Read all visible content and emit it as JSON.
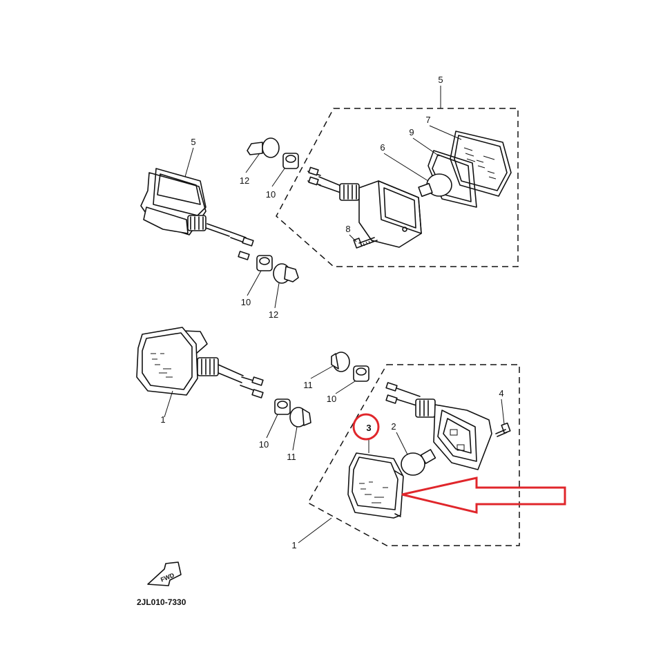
{
  "diagram": {
    "code": "2JL010-7330",
    "fwd_label": "FWD",
    "callouts": {
      "rear_left_lamp": "5",
      "rear_right_lamp": "5",
      "front_left_lamp": "1",
      "front_right_lamp": "1",
      "bulb_front": "2",
      "lens_front": "3",
      "screw_front": "4",
      "bulb_rear": "6",
      "lens_rear": "7",
      "screw_rear": "8",
      "gasket_rear": "9",
      "nut_top_a": "10",
      "nut_top_b": "10",
      "nut_bottom_a": "10",
      "nut_bottom_b": "10",
      "cap_front_a": "11",
      "cap_front_b": "11",
      "cap_rear_a": "12",
      "cap_rear_b": "12"
    },
    "highlight_color": "#e0262b"
  }
}
